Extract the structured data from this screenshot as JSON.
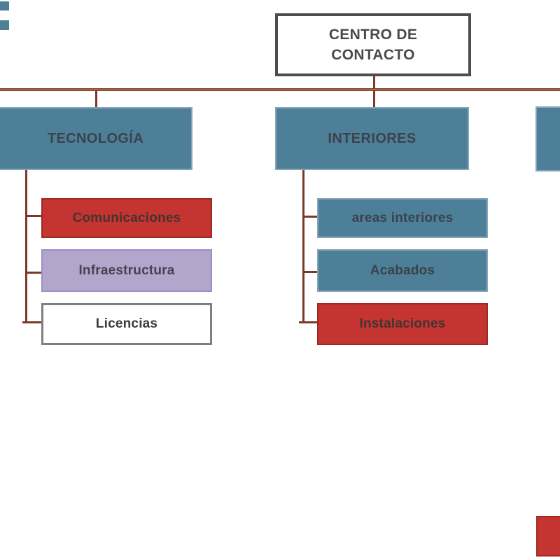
{
  "diagram": {
    "title": "CENTRO DE CONTACTO organization chart",
    "root": {
      "label": "CENTRO DE CONTACTO"
    },
    "branches": [
      {
        "id": "tecnologia",
        "label": "TECNOLOGÍA",
        "style": "teal",
        "children": [
          {
            "label": "Comunicaciones",
            "style": "red"
          },
          {
            "label": "Infraestructura",
            "style": "purple"
          },
          {
            "label": "Licencias",
            "style": "white"
          }
        ]
      },
      {
        "id": "interiores",
        "label": "INTERIORES",
        "style": "teal",
        "children": [
          {
            "label": "areas interiores",
            "style": "teal"
          },
          {
            "label": "Acabados",
            "style": "teal"
          },
          {
            "label": "Instalaciones",
            "style": "red"
          }
        ]
      },
      {
        "id": "partial-right",
        "label": "",
        "style": "teal",
        "partial": true,
        "children": []
      }
    ],
    "partial_shapes": [
      {
        "id": "left-edge-teal-fragment-top",
        "color": "teal"
      },
      {
        "id": "left-edge-teal-fragment-lower",
        "color": "teal"
      },
      {
        "id": "bottom-right-red-fragment",
        "color": "red"
      }
    ],
    "colors": {
      "teal": "#4e7f99",
      "red": "#c43431",
      "purple": "#b2a6cd",
      "white": "#ffffff",
      "connector": "#7e3728",
      "root_border": "#4d4d4d",
      "text_dark": "#3e444a"
    }
  }
}
